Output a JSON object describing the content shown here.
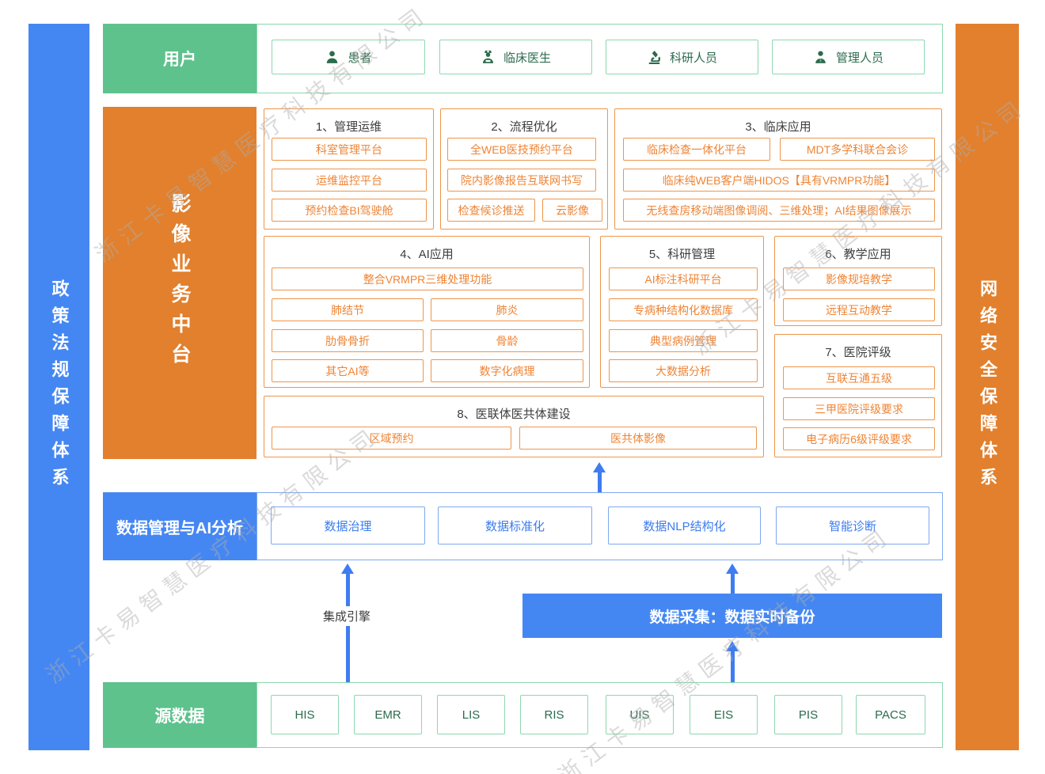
{
  "watermark": {
    "text": "浙江卡易智慧医疗科技有限公司"
  },
  "sidebars": {
    "left": "政策法规保障体系",
    "right": "网络安全保障体系"
  },
  "user_band": {
    "label": "用户",
    "items": [
      {
        "label": "患者",
        "icon": "patient-icon"
      },
      {
        "label": "临床医生",
        "icon": "clinician-icon"
      },
      {
        "label": "科研人员",
        "icon": "researcher-icon"
      },
      {
        "label": "管理人员",
        "icon": "admin-icon"
      }
    ]
  },
  "imaging": {
    "label": "影像业务中台",
    "sections": [
      {
        "title": "1、管理运维",
        "items": [
          "科室管理平台",
          "运维监控平台",
          "预约检查BI驾驶舱"
        ]
      },
      {
        "title": "2、流程优化",
        "items": [
          "全WEB医技预约平台",
          "院内影像报告互联网书写",
          "检查候诊推送",
          "云影像"
        ]
      },
      {
        "title": "3、临床应用",
        "items": [
          "临床检查一体化平台",
          "MDT多学科联合会诊",
          "临床纯WEB客户端HIDOS【具有VRMPR功能】",
          "无线查房移动端图像调阅、三维处理；AI结果图像展示"
        ]
      },
      {
        "title": "4、AI应用",
        "items": [
          "整合VRMPR三维处理功能",
          "肺结节",
          "肺炎",
          "肋骨骨折",
          "骨龄",
          "其它AI等",
          "数字化病理"
        ]
      },
      {
        "title": "5、科研管理",
        "items": [
          "AI标注科研平台",
          "专病种结构化数据库",
          "典型病例管理",
          "大数据分析"
        ]
      },
      {
        "title": "6、教学应用",
        "items": [
          "影像规培教学",
          "远程互动教学"
        ]
      },
      {
        "title": "7、医院评级",
        "items": [
          "互联互通五级",
          "三甲医院评级要求",
          "电子病历6级评级要求"
        ]
      },
      {
        "title": "8、医联体医共体建设",
        "items": [
          "区域预约",
          "医共体影像"
        ]
      }
    ]
  },
  "data_mgmt": {
    "label": "数据管理与AI分析",
    "items": [
      "数据治理",
      "数据标准化",
      "数据NLP结构化",
      "智能诊断"
    ]
  },
  "integration_engine": {
    "label": "集成引擎"
  },
  "data_collection": {
    "label": "数据采集：数据实时备份"
  },
  "source_band": {
    "label": "源数据",
    "items": [
      "HIS",
      "EMR",
      "LIS",
      "RIS",
      "UIS",
      "EIS",
      "PIS",
      "PACS"
    ]
  },
  "colors": {
    "blue_fill": "#4587F2",
    "blue_border": "#7FA8F0",
    "blue_text": "#3B7CEE",
    "green_fill": "#5EC28C",
    "green_border": "#8CD8B0",
    "green_text": "#2C6B4D",
    "orange_fill": "#E2802D",
    "orange_border": "#EF9549",
    "orange_text": "#EF8435",
    "title_text": "#3D3D3D",
    "arrow": "#3E7DF0"
  }
}
